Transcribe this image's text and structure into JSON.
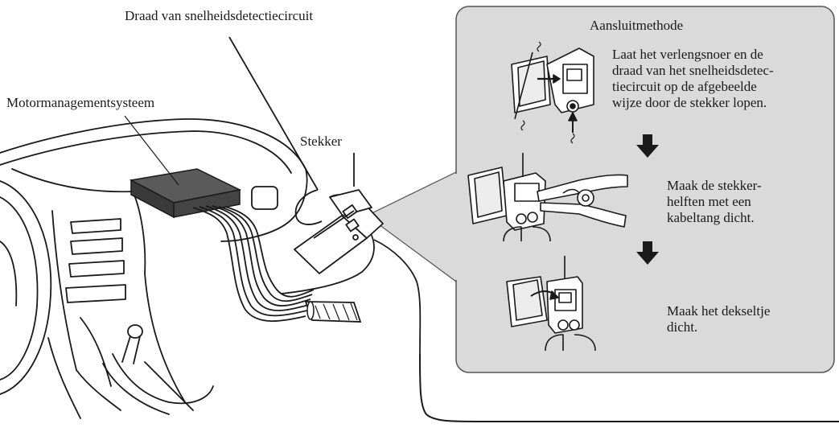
{
  "labels": {
    "wire": "Draad van snelheidsdetectiecircuit",
    "engine": "Motormanagementsysteem",
    "connector": "Stekker"
  },
  "panel": {
    "title": "Aansluitmethode",
    "steps": [
      {
        "lines": [
          "Laat het verlengsnoer en de",
          "draad van het snelheidsdetec-",
          "tiecircuit op de afgebeelde",
          "wijze door de stekker lopen."
        ]
      },
      {
        "lines": [
          "Maak de stekker-",
          "helften met een",
          "kabeltang dicht."
        ]
      },
      {
        "lines": [
          "Maak het dekseltje",
          "dicht."
        ]
      }
    ]
  },
  "colors": {
    "panel_fill": "#dadada",
    "panel_stroke": "#555555",
    "ink": "#1a1a1a",
    "ecu_fill": "#4a4a4a"
  },
  "icons": [
    "down-arrow-icon",
    "down-arrow-icon"
  ]
}
